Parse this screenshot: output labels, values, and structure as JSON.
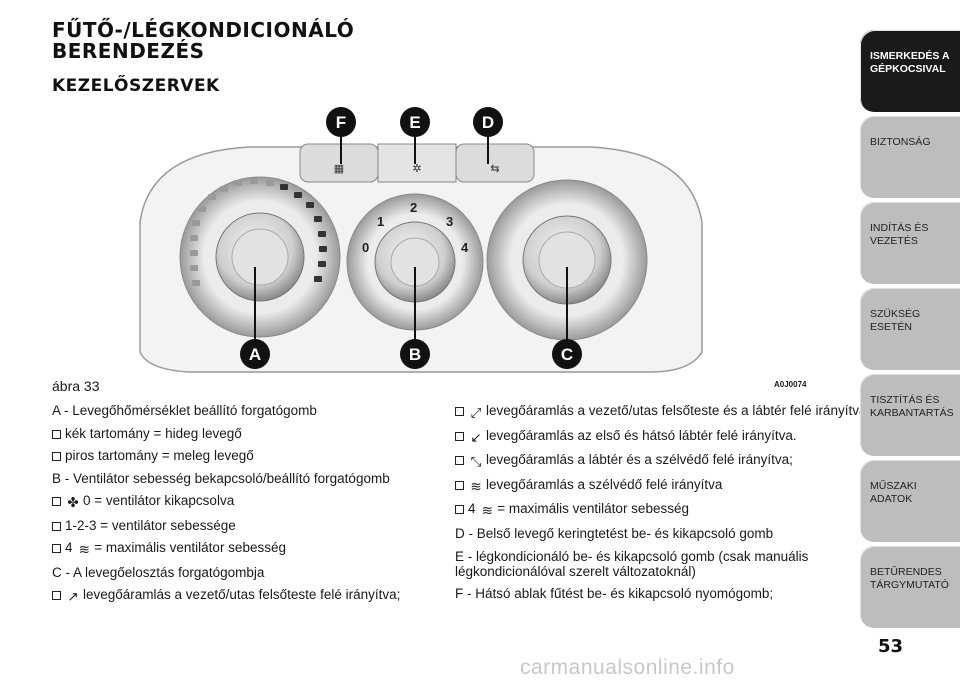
{
  "title": "FŰTŐ-/LÉGKONDICIONÁLÓ BERENDEZÉS",
  "subtitle": "KEZELŐSZERVEK",
  "figure": {
    "caption": "ábra 33",
    "code": "A0J0074",
    "callouts": [
      "A",
      "B",
      "C",
      "D",
      "E",
      "F"
    ],
    "dial_numbers": [
      "0",
      "1",
      "2",
      "3",
      "4"
    ]
  },
  "left_lines": [
    {
      "text": "A - Levegőhőmérséklet beállító forgatógomb"
    },
    {
      "bullet": true,
      "text": "kék tartomány = hideg levegő"
    },
    {
      "bullet": true,
      "text": "piros tartomány = meleg levegő"
    },
    {
      "text": "B - Ventilátor sebesség bekapcsoló/beállító forgatógomb"
    },
    {
      "bullet": true,
      "icon": "fan-icon",
      "text": "0 = ventilátor kikapcsolva"
    },
    {
      "bullet": true,
      "text": "1-2-3 = ventilátor sebessége"
    },
    {
      "bullet": true,
      "prefix": "4",
      "icon": "defrost-icon",
      "text": "= maximális ventilátor sebesség"
    },
    {
      "text": "C - A levegőelosztás forgatógombja"
    },
    {
      "bullet": true,
      "icon": "airflow-upper-icon",
      "text": "levegőáramlás a vezető/utas felsőteste felé irányítva;"
    }
  ],
  "right_lines": [
    {
      "bullet": true,
      "icon": "airflow-upper-feet-icon",
      "text": "levegőáramlás a vezető/utas felsőteste és a lábtér felé irányítva;"
    },
    {
      "bullet": true,
      "icon": "airflow-feet-icon",
      "text": "levegőáramlás az első és hátsó lábtér felé irányítva."
    },
    {
      "bullet": true,
      "icon": "airflow-feet-windscreen-icon",
      "text": "levegőáramlás a lábtér és a szélvédő felé irányítva;"
    },
    {
      "bullet": true,
      "icon": "defrost-icon",
      "text": "levegőáramlás a szélvédő felé irányítva"
    },
    {
      "bullet": true,
      "prefix": "4",
      "icon": "defrost-icon",
      "text": "= maximális ventilátor sebesség"
    },
    {
      "text": "D - Belső levegő keringtetést be- és kikapcsoló gomb"
    },
    {
      "text": "E - légkondicionáló be- és kikapcsoló gomb (csak manuális légkondicionálóval szerelt változatoknál)",
      "wrap": true
    },
    {
      "text": "F - Hátsó ablak fűtést be- és kikapcsoló nyomógomb;"
    }
  ],
  "sidebar": [
    {
      "label": "ISMERKEDÉS A GÉPKOCSIVAL",
      "active": true
    },
    {
      "label": "BIZTONSÁG",
      "active": false
    },
    {
      "label": "INDÍTÁS ÉS VEZETÉS",
      "active": false
    },
    {
      "label": "SZÜKSÉG ESETÉN",
      "active": false
    },
    {
      "label": "TISZTÍTÁS ÉS KARBANTARTÁS",
      "active": false
    },
    {
      "label": "MŰSZAKI ADATOK",
      "active": false
    },
    {
      "label": "BETŰRENDES TÁRGYMUTATÓ",
      "active": false
    }
  ],
  "page_number": "53",
  "watermark": "carmanualsonline.info"
}
